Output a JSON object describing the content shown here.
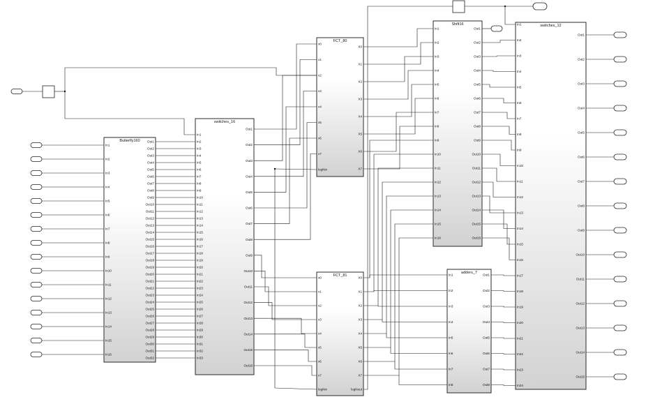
{
  "diagram": {
    "blocks": [
      {
        "id": "butterfly",
        "title": "Butterfly160",
        "inputs": [
          "In1",
          "In2",
          "In3",
          "In4",
          "In5",
          "In6",
          "In7",
          "In8",
          "In9",
          "In10",
          "In11",
          "In12",
          "In13",
          "In14",
          "In15",
          "In16"
        ],
        "outputs": [
          "Out1",
          "Out2",
          "Out3",
          "Out4",
          "Out5",
          "Out6",
          "Out7",
          "Out8",
          "Out9",
          "Out10",
          "Out11",
          "Out12",
          "Out13",
          "Out14",
          "Out15",
          "Out16",
          "Out17",
          "Out18",
          "Out19",
          "Out20",
          "Out21",
          "Out22",
          "Out23",
          "Out24",
          "Out25",
          "Out26",
          "Out27",
          "Out28",
          "Out29",
          "Out30",
          "Out31",
          "Out32"
        ]
      },
      {
        "id": "switches16",
        "title": "switches_16",
        "inputs": [
          "In1",
          "In2",
          "In3",
          "In4",
          "In5",
          "In6",
          "In7",
          "In8",
          "In9",
          "In10",
          "In11",
          "In12",
          "In13",
          "In14",
          "In15",
          "In16",
          "In17",
          "In18",
          "In19",
          "In20",
          "In21",
          "In22",
          "In23",
          "In24",
          "In25",
          "In26",
          "In27",
          "In28",
          "In29",
          "In30",
          "In31",
          "In32",
          "In33"
        ],
        "outputs": [
          "Out1",
          "Out2",
          "Out3",
          "Out4",
          "Out5",
          "Out6",
          "Out7",
          "Out8",
          "Out9",
          "Out10",
          "Out11",
          "Out12",
          "Out13",
          "Out14",
          "Out15",
          "Out16"
        ]
      },
      {
        "id": "fct80",
        "title": "FCT_80",
        "inputs": [
          "x0",
          "x1",
          "x2",
          "x3",
          "x4",
          "x5",
          "x6",
          "x7",
          "logNin"
        ],
        "outputs": [
          "X0",
          "X1",
          "X2",
          "X3",
          "X4",
          "X5",
          "X6",
          "X7"
        ]
      },
      {
        "id": "fct81",
        "title": "FCT_81",
        "inputs": [
          "x0",
          "x1",
          "x2",
          "x3",
          "x4",
          "x5",
          "x6",
          "x7",
          "logNin"
        ],
        "outputs": [
          "X0",
          "X1",
          "X2",
          "X3",
          "X4",
          "X5",
          "X6",
          "X7",
          "logNout"
        ]
      },
      {
        "id": "shift16",
        "title": "Shift16",
        "inputs": [
          "In1",
          "In2",
          "In3",
          "In4",
          "In5",
          "In6",
          "In7",
          "In8",
          "In9",
          "In10",
          "In11",
          "In12",
          "In13",
          "In14",
          "In15",
          "In16"
        ],
        "outputs": [
          "Out1",
          "Out2",
          "Out3",
          "Out4",
          "Out5",
          "Out6",
          "Out7",
          "Out8",
          "Out9",
          "Out10",
          "Out11",
          "Out12",
          "Out13",
          "Out14",
          "Out15",
          "Out16"
        ]
      },
      {
        "id": "adders7",
        "title": "adders_7",
        "inputs": [
          "In1",
          "In2",
          "In3",
          "In4",
          "In5",
          "In6",
          "In7",
          "In8"
        ],
        "outputs": [
          "Out1",
          "Out2",
          "Out3",
          "Out4",
          "Out5",
          "Out6",
          "Out7",
          "Out8"
        ]
      },
      {
        "id": "switches12",
        "title": "switches_12",
        "inputs": [
          "In1",
          "In2",
          "In3",
          "In4",
          "In5",
          "In6",
          "In7",
          "In8",
          "In9",
          "In10",
          "In11",
          "In12",
          "In13",
          "In14",
          "In15",
          "In16",
          "In17",
          "In18",
          "In19",
          "In20",
          "In21",
          "In22",
          "In23",
          "In24"
        ],
        "outputs": [
          "Out1",
          "Out2",
          "Out3",
          "Out4",
          "Out5",
          "Out6",
          "Out7",
          "Out8",
          "Out9",
          "Out10",
          "Out11",
          "Out12",
          "Out13",
          "Out14",
          "Out15"
        ]
      }
    ]
  }
}
